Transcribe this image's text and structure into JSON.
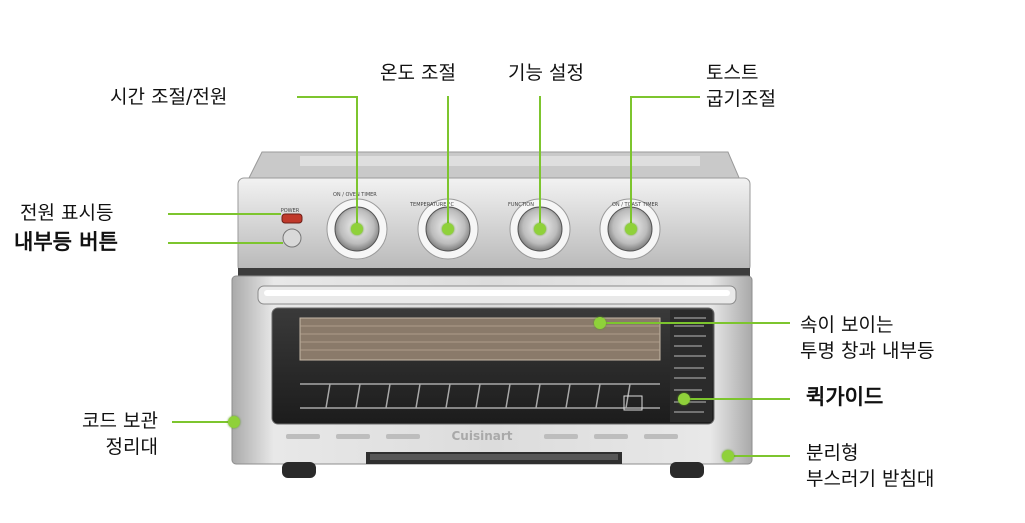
{
  "colors": {
    "leader": "#7dc52e",
    "accent_dot": "#8fd13a",
    "power_light": "#c0392b"
  },
  "labels": {
    "timer_power": "시간 조절/전원",
    "temperature": "온도 조절",
    "function": "기능 설정",
    "toast_line1": "토스트",
    "toast_line2": "굽기조절",
    "power_light": "전원 표시등",
    "light_button": "내부등 버튼",
    "window_line1": "속이 보이는",
    "window_line2": "투명 창과 내부등",
    "quick_guide": "퀵가이드",
    "cord_line1": "코드 보관",
    "cord_line2": "정리대",
    "crumb_line1": "분리형",
    "crumb_line2": "부스러기 받침대"
  },
  "oven": {
    "brand": "Cuisinart",
    "power_text": "POWER",
    "knob1_label": "ON / OVEN TIMER",
    "knob2_label": "TEMPERATURE °C",
    "knob3_label": "FUNCTION",
    "knob4_label": "ON / TOAST TIMER"
  }
}
